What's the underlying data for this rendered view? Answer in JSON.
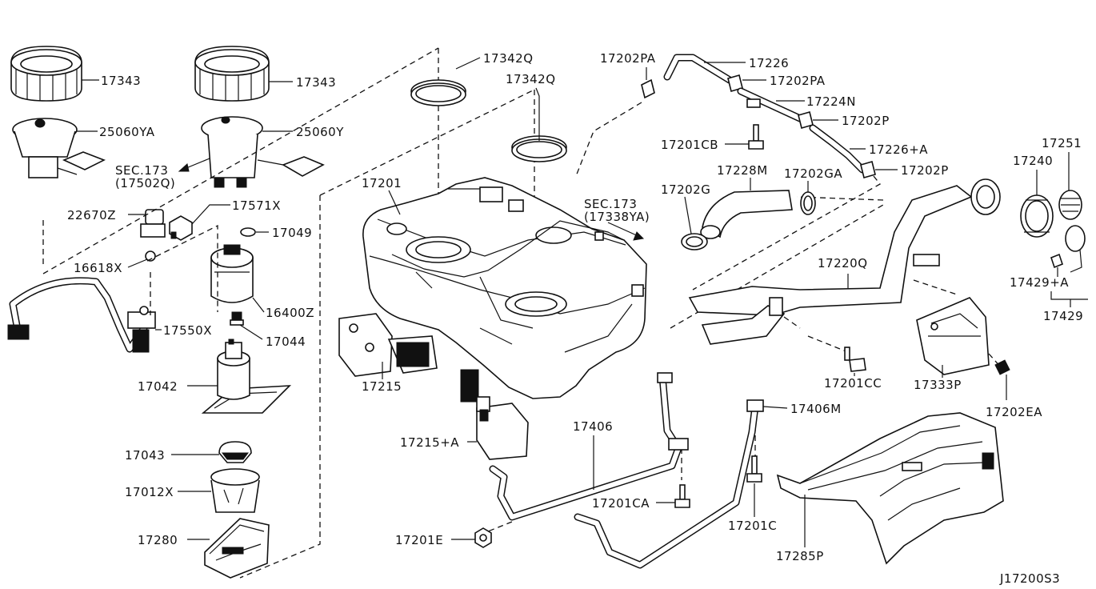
{
  "callouts": {
    "c17343a": "17343",
    "c17343b": "17343",
    "c25060ya": "25060YA",
    "c25060y": "25060Y",
    "sec173_1": "SEC.173",
    "sec173_1_ref": "(17502Q)",
    "c22670z": "22670Z",
    "c17571x": "17571X",
    "c17049": "17049",
    "c16618x": "16618X",
    "c16400z": "16400Z",
    "c17550x": "17550X",
    "c17044": "17044",
    "c17042": "17042",
    "c17043": "17043",
    "c17012x": "17012X",
    "c17280": "17280",
    "c17342qa": "17342Q",
    "c17342qb": "17342Q",
    "c17201": "17201",
    "c17215": "17215",
    "c17215a": "17215+A",
    "c17406": "17406",
    "c17201e": "17201E",
    "c17201ca": "17201CA",
    "sec173_2": "SEC.173",
    "sec173_2_ref": "(17338YA)",
    "c17202pa_a": "17202PA",
    "c17226": "17226",
    "c17202pa_b": "17202PA",
    "c17224n": "17224N",
    "c17202p_a": "17202P",
    "c17201cb": "17201CB",
    "c17226a": "17226+A",
    "c17228m": "17228M",
    "c17202ga": "17202GA",
    "c17202p_b": "17202P",
    "c17202g": "17202G",
    "c17251": "17251",
    "c17240": "17240",
    "c17220q": "17220Q",
    "c17429a": "17429+A",
    "c17429": "17429",
    "c17201cc": "17201CC",
    "c17333p": "17333P",
    "c17202ea": "17202EA",
    "c17406m": "17406M",
    "c17201c": "17201C",
    "c17285p": "17285P"
  },
  "diagram_id": "J17200S3"
}
